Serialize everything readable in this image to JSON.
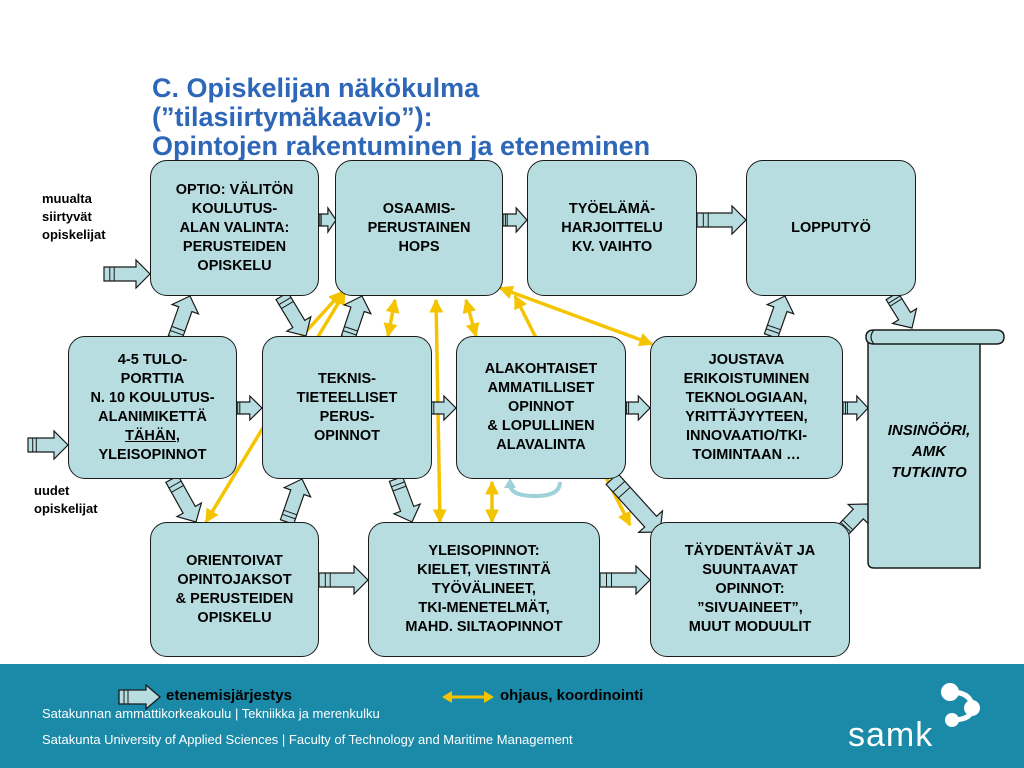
{
  "title": {
    "line1": "C. Opiskelijan näkökulma",
    "line2": "(”tilasiirtymäkaavio”):",
    "line3": "Opintojen rakentuminen ja eteneminen"
  },
  "labels": {
    "transfer_students": "muualta\nsiirtyvät\nopiskelijat",
    "new_students": "uudet\nopiskelijat"
  },
  "boxes": {
    "optio": "OPTIO: VÄLITÖN\nKOULUTUS-\nALAN VALINTA:\nPERUSTEIDEN\nOPISKELU",
    "hops": "OSAAMIS-\nPERUSTAINEN\nHOPS",
    "tyoelama": "TYÖELÄMÄ-\nHARJOITTELU\nKV. VAIHTO",
    "lopputyo": "LOPPUTYÖ",
    "tuloportti_pre": "4-5 TULO-\nPORTTIA\nN. 10 KOULUTUS-\nALANIMIKETTÄ\n",
    "tuloportti_underlined": "TÄHÄN,",
    "tuloportti_post": "\nYLEISOPINNOT",
    "teknis": "TEKNIS-\nTIETEELLISET\nPERUS-\nOPINNOT",
    "alakohtaiset": "ALAKOHTAISET\nAMMATILLISET\nOPINNOT\n& LOPULLINEN\nALAVALINTA",
    "joustava": "JOUSTAVA\nERIKOISTUMINEN\nTEKNOLOGIAAN,\nYRITTÄJYYTEEN,\nINNOVAATIO/TKI-\nTOIMINTAAN …",
    "orientoivat": "ORIENTOIVAT\nOPINTOJAKSOT\n& PERUSTEIDEN\nOPISKELU",
    "yleisopinnot": "YLEISOPINNOT:\nKIELET, VIESTINTÄ\nTYÖVÄLINEET,\nTKI-MENETELMÄT,\nMAHD. SILTAOPINNOT",
    "taydentavat": "TÄYDENTÄVÄT JA\nSUUNTAAVAT\nOPINNOT:\n”SIVUAINEET”,\nMUUT MODUULIT"
  },
  "scroll_text": "INSINÖÖRI,\nAMK\nTUTKINTO",
  "legend": {
    "progression": "etenemisjärjestys",
    "guidance": "ohjaus, koordinointi"
  },
  "footer": {
    "line1": "Satakunnan ammattikorkeakoulu  |  Tekniikka ja merenkulku",
    "line2": "Satakunta University of Applied Sciences  |  Faculty of Technology and Maritime Management",
    "logo_text": "samk"
  },
  "colors": {
    "title": "#2e67b8",
    "box_fill": "#b8dde0",
    "arrow_fill": "#b8dde0",
    "guidance_arrow": "#f5c400",
    "footer_bg": "#1a8aa8"
  }
}
